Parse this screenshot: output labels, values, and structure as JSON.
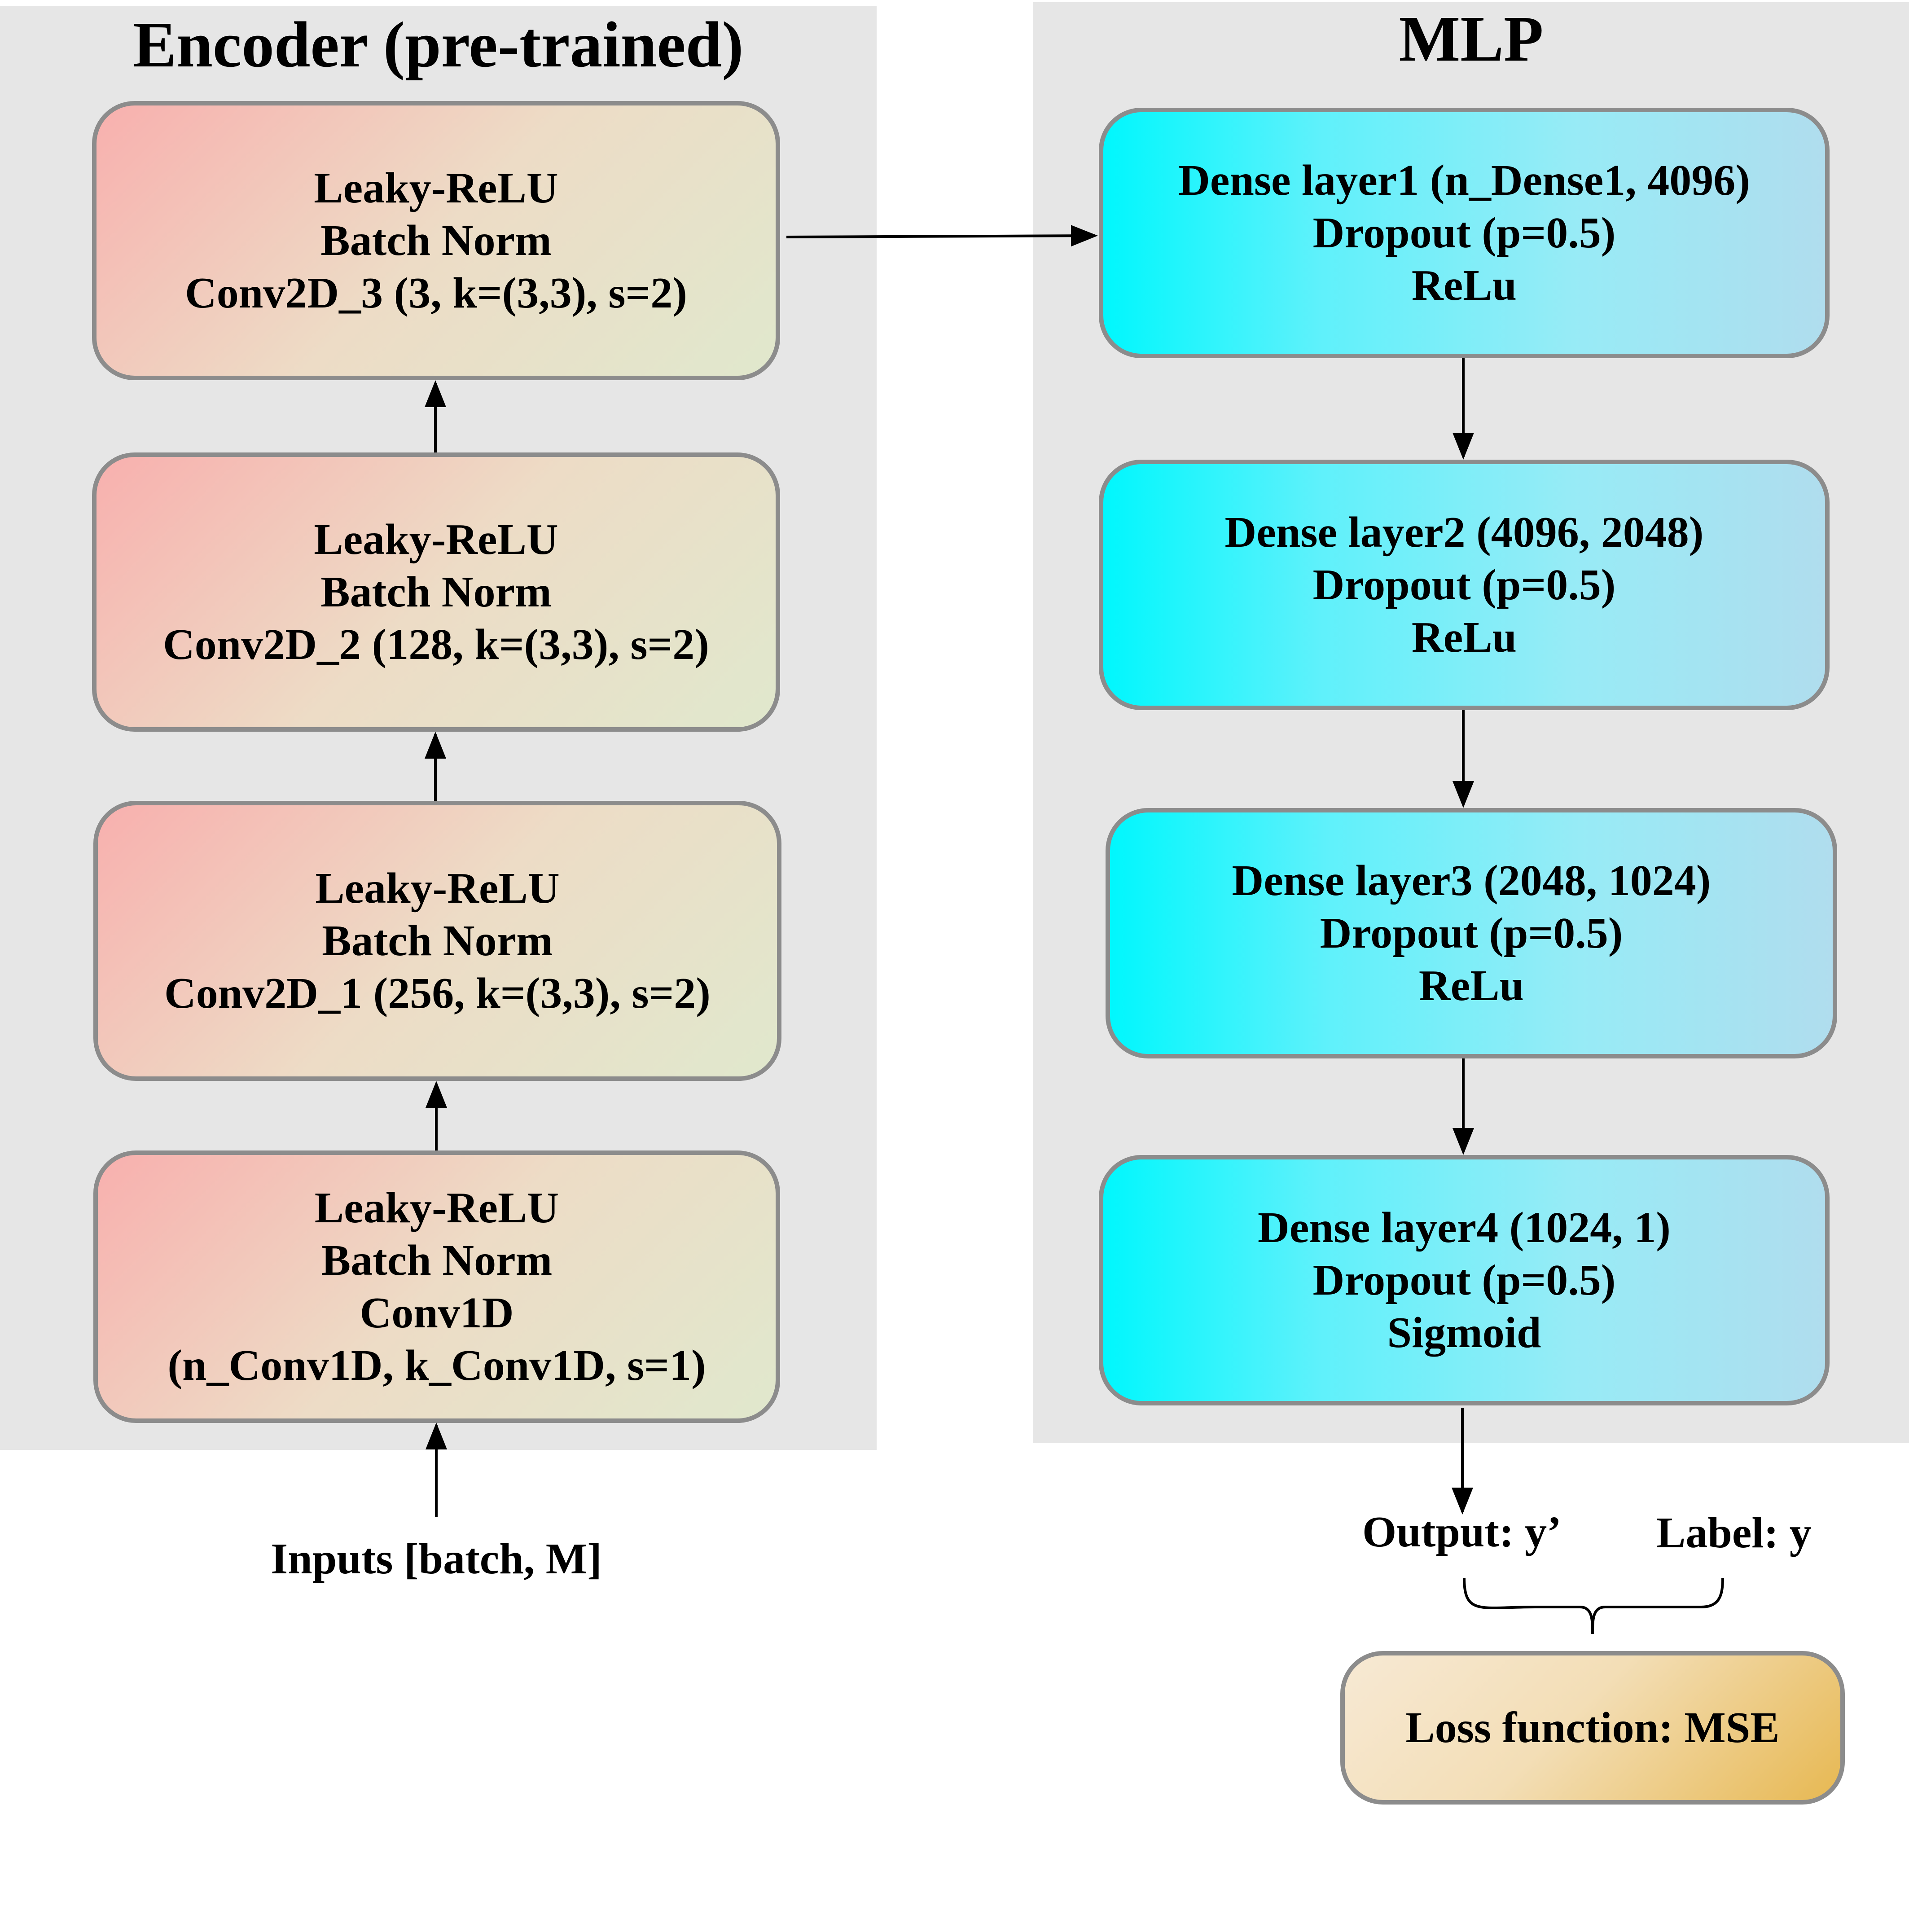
{
  "encoder": {
    "title": "Encoder (pre-trained)",
    "blocks": [
      {
        "lines": [
          "Leaky-ReLU",
          "Batch Norm",
          "Conv2D_3 (3, k=(3,3), s=2)"
        ]
      },
      {
        "lines": [
          "Leaky-ReLU",
          "Batch Norm",
          "Conv2D_2 (128, k=(3,3), s=2)"
        ]
      },
      {
        "lines": [
          "Leaky-ReLU",
          "Batch Norm",
          "Conv2D_1 (256, k=(3,3), s=2)"
        ]
      },
      {
        "lines": [
          "Leaky-ReLU",
          "Batch Norm",
          "Conv1D",
          "(n_Conv1D, k_Conv1D, s=1)"
        ]
      }
    ],
    "input_label": "Inputs [batch, M]"
  },
  "mlp": {
    "title": "MLP",
    "blocks": [
      {
        "lines": [
          "Dense layer1 (n_Dense1, 4096)",
          "Dropout (p=0.5)",
          "ReLu"
        ]
      },
      {
        "lines": [
          "Dense layer2 (4096, 2048)",
          "Dropout (p=0.5)",
          "ReLu"
        ]
      },
      {
        "lines": [
          "Dense layer3 (2048, 1024)",
          "Dropout (p=0.5)",
          "ReLu"
        ]
      },
      {
        "lines": [
          "Dense layer4 (1024, 1)",
          "Dropout (p=0.5)",
          "Sigmoid"
        ]
      }
    ],
    "output_label": "Output: y’",
    "target_label": "Label: y",
    "loss_label": "Loss function: MSE"
  },
  "colors": {
    "panel_background": "#e6e6e6",
    "box_border": "#8c8c8c",
    "encoder_gradient": [
      "#f8b0ae",
      "#eddcc6",
      "#e0e8cd"
    ],
    "mlp_gradient": [
      "#00f7fd",
      "#97ebf6",
      "#b0ddee"
    ],
    "loss_gradient": [
      "#f7e9d4",
      "#f3deb6",
      "#e7b852"
    ],
    "arrow": "#000000"
  }
}
